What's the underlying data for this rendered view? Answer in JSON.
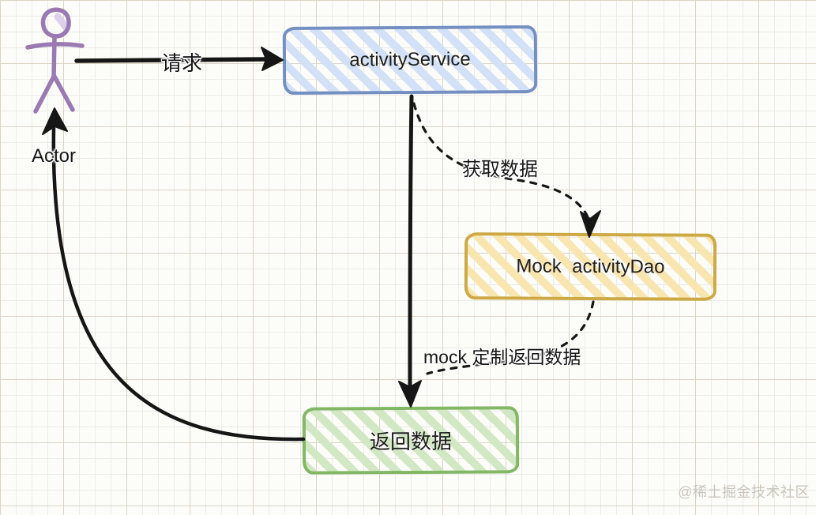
{
  "diagram": {
    "actor": {
      "label": "Actor",
      "color": "#9b7ab4"
    },
    "nodes": [
      {
        "id": "activityService",
        "label": "activityService",
        "border_color": "#7490c2",
        "fill_color": "#d2e1f7"
      },
      {
        "id": "mockActivityDao",
        "label": "Mock  activityDao",
        "border_color": "#cda944",
        "fill_color": "#f9e5b0"
      },
      {
        "id": "returnData",
        "label": "返回数据",
        "border_color": "#82b765",
        "fill_color": "#d2e8c4"
      }
    ],
    "edges": [
      {
        "id": "request",
        "label": "请求",
        "style": "solid",
        "from": "Actor",
        "to": "activityService"
      },
      {
        "id": "fetch-data",
        "label": "获取数据",
        "style": "dashed",
        "from": "activityService",
        "to": "mockActivityDao"
      },
      {
        "id": "mock-return",
        "label": "mock 定制返回数据",
        "style": "dashed",
        "from": "mockActivityDao",
        "to": "returnData"
      },
      {
        "id": "service-to-return",
        "label": "",
        "style": "solid",
        "from": "activityService",
        "to": "returnData"
      },
      {
        "id": "return-to-actor",
        "label": "",
        "style": "solid",
        "from": "returnData",
        "to": "Actor"
      }
    ],
    "stroke_color": "#161616",
    "watermark": "@稀土掘金技术社区"
  }
}
